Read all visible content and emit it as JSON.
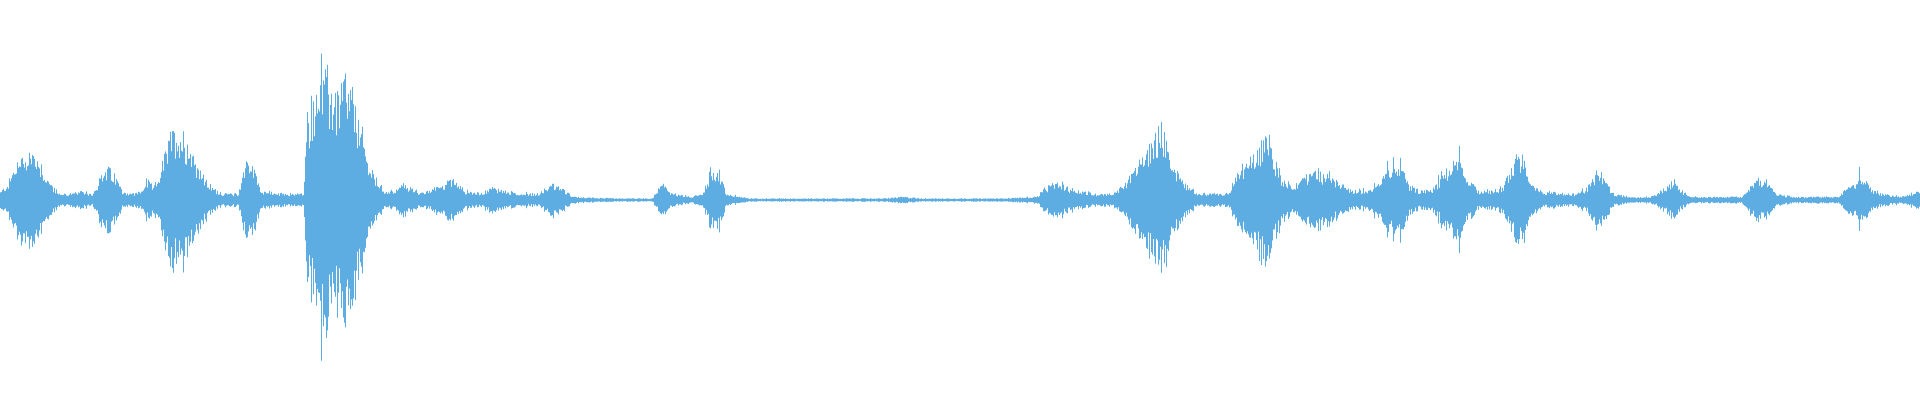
{
  "waveform": {
    "color": "#5dade2",
    "background": "#ffffff",
    "envelope": [
      [
        0.0,
        0.05
      ],
      [
        0.004,
        0.1
      ],
      [
        0.008,
        0.22
      ],
      [
        0.012,
        0.28
      ],
      [
        0.016,
        0.3
      ],
      [
        0.02,
        0.26
      ],
      [
        0.024,
        0.14
      ],
      [
        0.03,
        0.04
      ],
      [
        0.036,
        0.04
      ],
      [
        0.042,
        0.05
      ],
      [
        0.048,
        0.04
      ],
      [
        0.052,
        0.14
      ],
      [
        0.056,
        0.2
      ],
      [
        0.06,
        0.14
      ],
      [
        0.064,
        0.05
      ],
      [
        0.07,
        0.04
      ],
      [
        0.074,
        0.06
      ],
      [
        0.076,
        0.12
      ],
      [
        0.08,
        0.08
      ],
      [
        0.084,
        0.2
      ],
      [
        0.088,
        0.38
      ],
      [
        0.092,
        0.44
      ],
      [
        0.096,
        0.4
      ],
      [
        0.1,
        0.3
      ],
      [
        0.106,
        0.14
      ],
      [
        0.11,
        0.08
      ],
      [
        0.116,
        0.04
      ],
      [
        0.124,
        0.04
      ],
      [
        0.128,
        0.26
      ],
      [
        0.132,
        0.2
      ],
      [
        0.136,
        0.06
      ],
      [
        0.144,
        0.04
      ],
      [
        0.152,
        0.04
      ],
      [
        0.158,
        0.04
      ],
      [
        0.16,
        0.5
      ],
      [
        0.164,
        0.7
      ],
      [
        0.168,
        0.76
      ],
      [
        0.172,
        0.7
      ],
      [
        0.176,
        0.64
      ],
      [
        0.18,
        0.76
      ],
      [
        0.184,
        0.6
      ],
      [
        0.188,
        0.44
      ],
      [
        0.192,
        0.22
      ],
      [
        0.196,
        0.12
      ],
      [
        0.2,
        0.06
      ],
      [
        0.206,
        0.06
      ],
      [
        0.21,
        0.1
      ],
      [
        0.214,
        0.08
      ],
      [
        0.22,
        0.04
      ],
      [
        0.23,
        0.1
      ],
      [
        0.236,
        0.14
      ],
      [
        0.242,
        0.06
      ],
      [
        0.25,
        0.04
      ],
      [
        0.256,
        0.08
      ],
      [
        0.262,
        0.06
      ],
      [
        0.27,
        0.04
      ],
      [
        0.28,
        0.04
      ],
      [
        0.288,
        0.1
      ],
      [
        0.292,
        0.08
      ],
      [
        0.298,
        0.02
      ],
      [
        0.32,
        0.01
      ],
      [
        0.34,
        0.01
      ],
      [
        0.342,
        0.06
      ],
      [
        0.346,
        0.1
      ],
      [
        0.35,
        0.04
      ],
      [
        0.36,
        0.02
      ],
      [
        0.366,
        0.04
      ],
      [
        0.37,
        0.18
      ],
      [
        0.374,
        0.2
      ],
      [
        0.378,
        0.04
      ],
      [
        0.39,
        0.01
      ],
      [
        0.43,
        0.01
      ],
      [
        0.46,
        0.01
      ],
      [
        0.47,
        0.02
      ],
      [
        0.48,
        0.01
      ],
      [
        0.52,
        0.01
      ],
      [
        0.54,
        0.02
      ],
      [
        0.545,
        0.08
      ],
      [
        0.55,
        0.1
      ],
      [
        0.556,
        0.08
      ],
      [
        0.562,
        0.06
      ],
      [
        0.57,
        0.04
      ],
      [
        0.58,
        0.04
      ],
      [
        0.586,
        0.1
      ],
      [
        0.59,
        0.2
      ],
      [
        0.596,
        0.28
      ],
      [
        0.6,
        0.34
      ],
      [
        0.604,
        0.46
      ],
      [
        0.608,
        0.36
      ],
      [
        0.612,
        0.2
      ],
      [
        0.618,
        0.1
      ],
      [
        0.624,
        0.04
      ],
      [
        0.63,
        0.04
      ],
      [
        0.64,
        0.04
      ],
      [
        0.646,
        0.2
      ],
      [
        0.652,
        0.24
      ],
      [
        0.656,
        0.34
      ],
      [
        0.66,
        0.42
      ],
      [
        0.664,
        0.26
      ],
      [
        0.668,
        0.14
      ],
      [
        0.674,
        0.08
      ],
      [
        0.68,
        0.16
      ],
      [
        0.686,
        0.18
      ],
      [
        0.692,
        0.16
      ],
      [
        0.698,
        0.1
      ],
      [
        0.704,
        0.06
      ],
      [
        0.712,
        0.06
      ],
      [
        0.718,
        0.12
      ],
      [
        0.722,
        0.2
      ],
      [
        0.726,
        0.24
      ],
      [
        0.73,
        0.2
      ],
      [
        0.734,
        0.1
      ],
      [
        0.74,
        0.06
      ],
      [
        0.746,
        0.06
      ],
      [
        0.752,
        0.16
      ],
      [
        0.756,
        0.22
      ],
      [
        0.76,
        0.24
      ],
      [
        0.764,
        0.14
      ],
      [
        0.77,
        0.06
      ],
      [
        0.776,
        0.06
      ],
      [
        0.782,
        0.08
      ],
      [
        0.786,
        0.14
      ],
      [
        0.79,
        0.3
      ],
      [
        0.794,
        0.28
      ],
      [
        0.798,
        0.1
      ],
      [
        0.804,
        0.04
      ],
      [
        0.808,
        0.06
      ],
      [
        0.814,
        0.04
      ],
      [
        0.82,
        0.04
      ],
      [
        0.826,
        0.06
      ],
      [
        0.832,
        0.18
      ],
      [
        0.836,
        0.14
      ],
      [
        0.84,
        0.04
      ],
      [
        0.85,
        0.02
      ],
      [
        0.86,
        0.02
      ],
      [
        0.866,
        0.06
      ],
      [
        0.872,
        0.12
      ],
      [
        0.876,
        0.06
      ],
      [
        0.882,
        0.02
      ],
      [
        0.9,
        0.02
      ],
      [
        0.908,
        0.02
      ],
      [
        0.912,
        0.1
      ],
      [
        0.916,
        0.14
      ],
      [
        0.92,
        0.1
      ],
      [
        0.926,
        0.04
      ],
      [
        0.934,
        0.02
      ],
      [
        0.95,
        0.02
      ],
      [
        0.958,
        0.02
      ],
      [
        0.962,
        0.08
      ],
      [
        0.966,
        0.1
      ],
      [
        0.97,
        0.16
      ],
      [
        0.974,
        0.08
      ],
      [
        0.98,
        0.04
      ],
      [
        0.99,
        0.02
      ],
      [
        0.996,
        0.04
      ],
      [
        1.0,
        0.06
      ]
    ]
  }
}
